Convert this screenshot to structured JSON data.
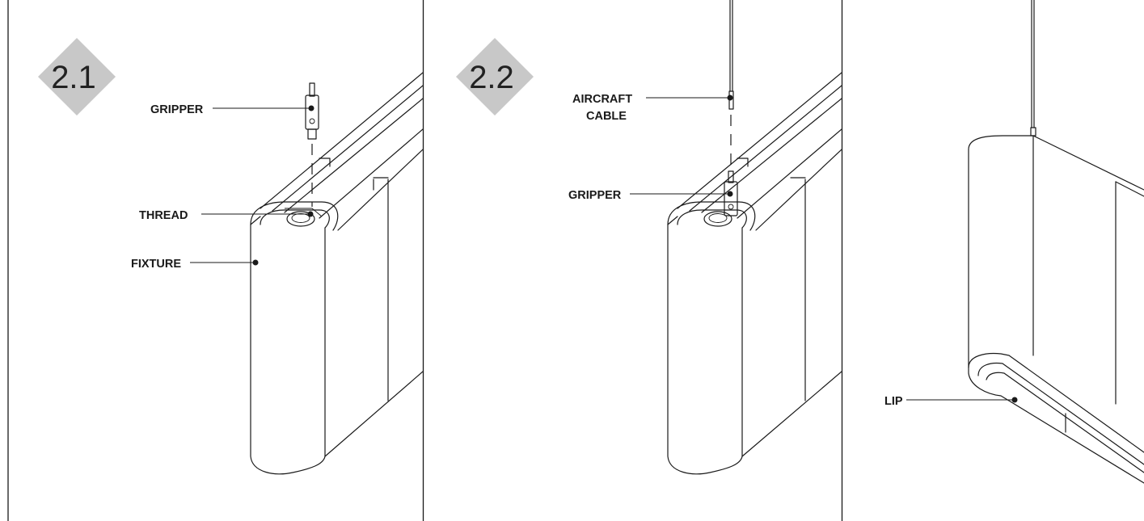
{
  "steps": [
    {
      "number": "2.1",
      "labels": {
        "gripper": "GRIPPER",
        "thread": "THREAD",
        "fixture": "FIXTURE"
      }
    },
    {
      "number": "2.2",
      "labels": {
        "aircraft_cable_line1": "AIRCRAFT",
        "aircraft_cable_line2": "CABLE",
        "gripper": "GRIPPER"
      }
    },
    {
      "labels": {
        "lip": "LIP"
      }
    }
  ],
  "colors": {
    "line": "#1a1a1a",
    "step_badge": "#c8c8c8",
    "background": "#ffffff"
  }
}
